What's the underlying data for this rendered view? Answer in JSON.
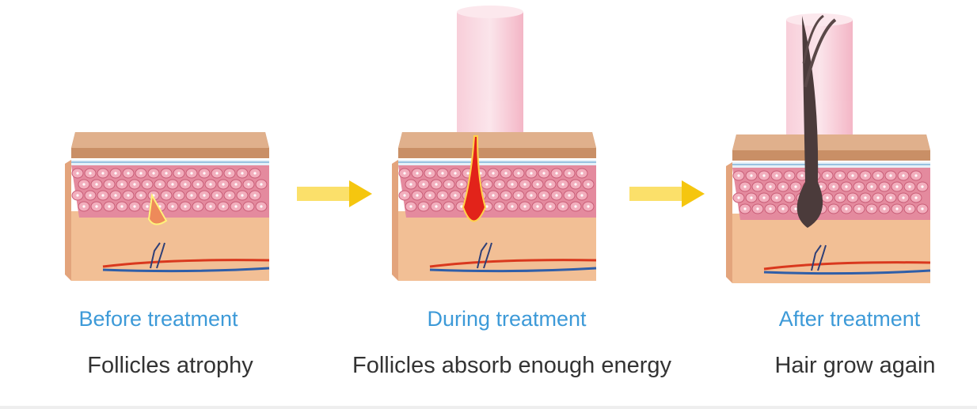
{
  "stages": [
    {
      "title": "Before treatment",
      "description": "Follicles atrophy"
    },
    {
      "title": "During treatment",
      "description": "Follicles absorb enough energy"
    },
    {
      "title": "After treatment",
      "description": "Hair grow again"
    }
  ],
  "colors": {
    "title": "#3d9ad8",
    "description": "#333333",
    "arrow": "#f5c60f",
    "beam": "#f6b6c8",
    "epidermis_top": "#c98f66",
    "cells": "#e48a9e",
    "dermis": "#f2bf95",
    "artery": "#d9381e",
    "vein": "#2f5ea8"
  },
  "icons": [
    "skin-cross-section",
    "arrow-right-icon",
    "laser-beam"
  ]
}
